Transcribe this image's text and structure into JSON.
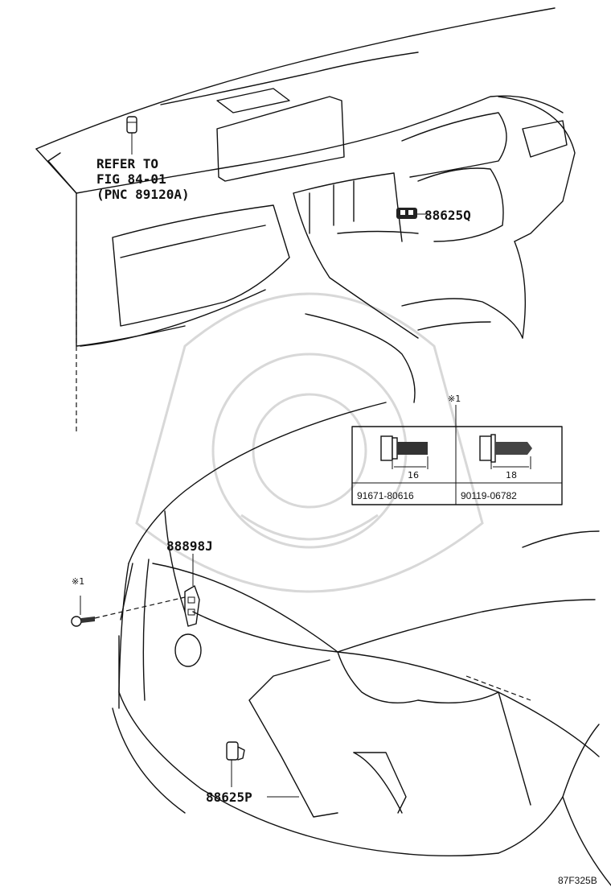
{
  "callouts": {
    "refer_line1": "REFER TO",
    "refer_line2": "FIG 84-01",
    "refer_line3": "(PNC 89120A)",
    "part_88625Q": "88625Q",
    "part_88898J": "88898J",
    "part_88625P": "88625P",
    "mark_note": "※1",
    "mark_note_bolt": "※1"
  },
  "bolt_table": {
    "header_mark": "※1",
    "columns": [
      {
        "dimension": "16",
        "part_number": "91671-80616"
      },
      {
        "dimension": "18",
        "part_number": "90119-06782"
      }
    ]
  },
  "figure_code": "87F325B"
}
